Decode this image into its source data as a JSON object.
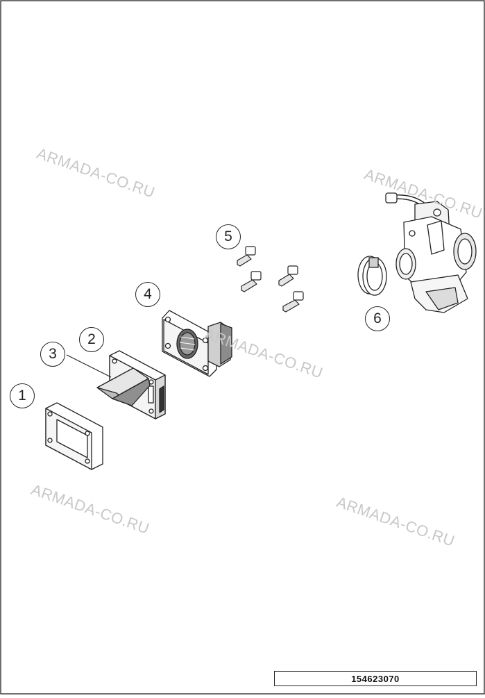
{
  "watermarks": [
    "ARMADA-CO.RU",
    "ARMADA-CO.RU",
    "ARMADA-CO.RU",
    "ARMADA-CO.RU",
    "ARMADA-CO.RU"
  ],
  "callouts": [
    "1",
    "2",
    "3",
    "4",
    "5",
    "6"
  ],
  "document_number": "154623070",
  "colors": {
    "line": "#222222",
    "watermark": "#c8c8c8",
    "background": "#ffffff"
  }
}
